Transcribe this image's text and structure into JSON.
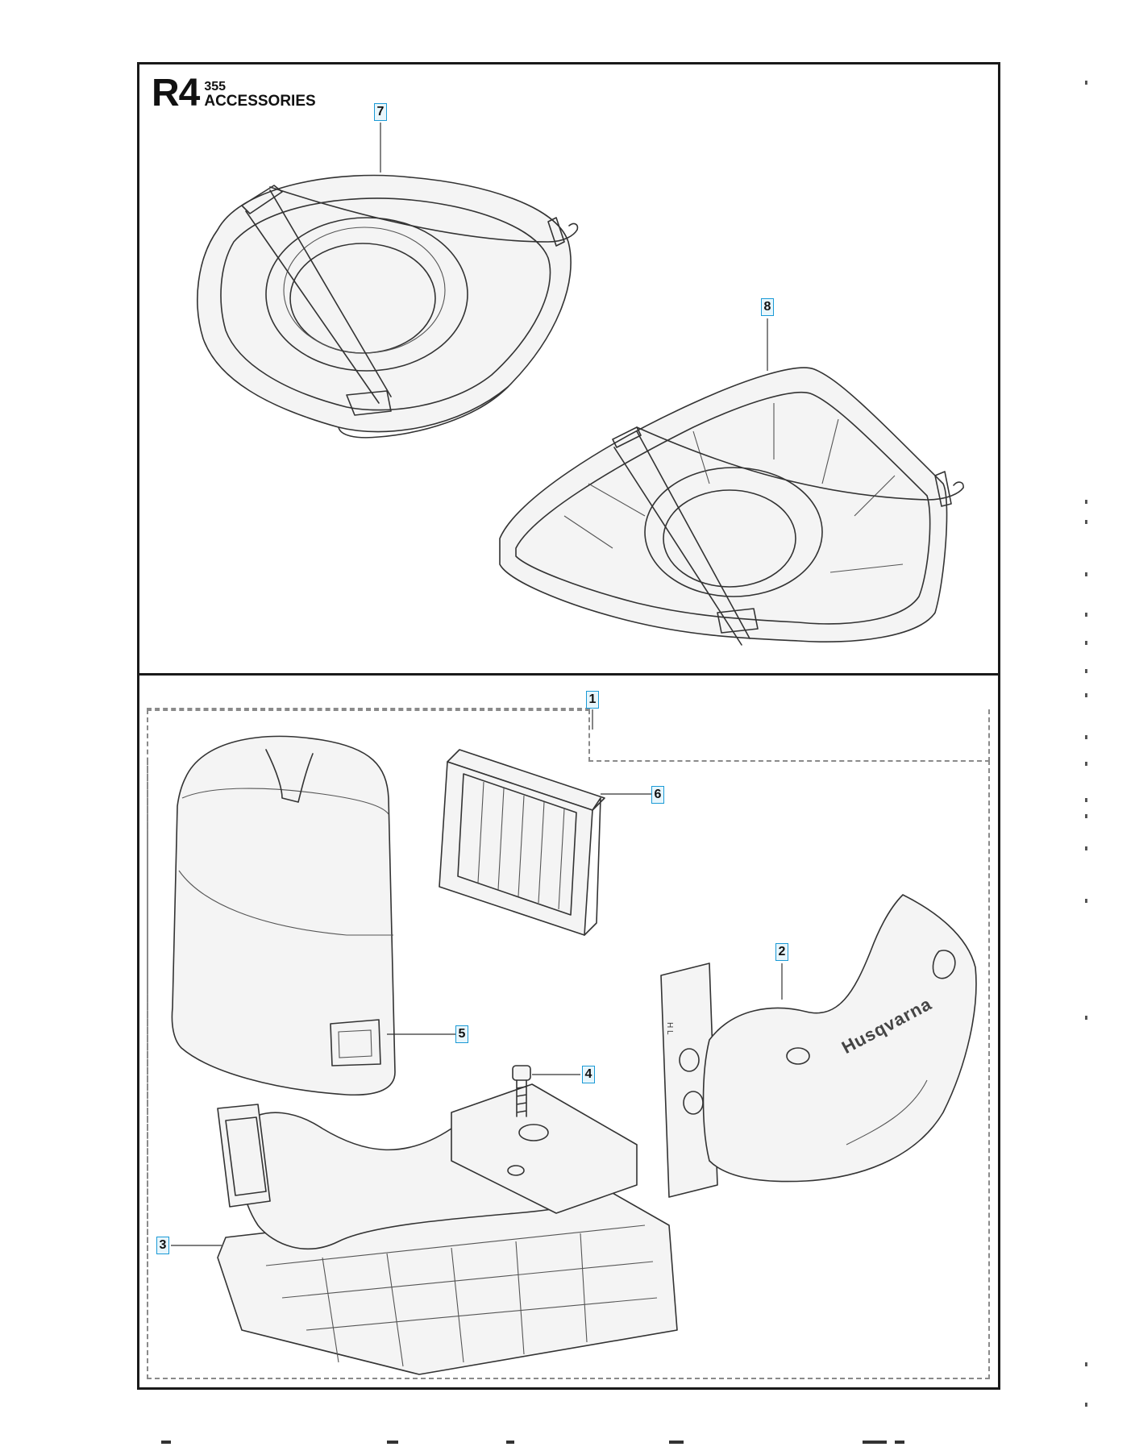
{
  "header": {
    "code": "R4",
    "model": "355",
    "section": "ACCESSORIES"
  },
  "callouts": [
    {
      "id": "c7",
      "label": "7"
    },
    {
      "id": "c8",
      "label": "8"
    },
    {
      "id": "c1",
      "label": "1"
    },
    {
      "id": "c6",
      "label": "6"
    },
    {
      "id": "c2",
      "label": "2"
    },
    {
      "id": "c5",
      "label": "5"
    },
    {
      "id": "c4",
      "label": "4"
    },
    {
      "id": "c3",
      "label": "3"
    }
  ],
  "parts": {
    "cover_brand": "Husqvarna",
    "plate_marks": "H L"
  }
}
